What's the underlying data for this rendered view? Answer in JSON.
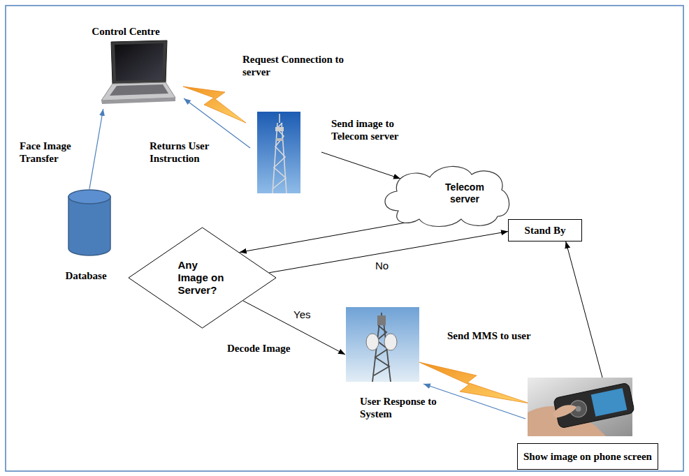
{
  "diagram": {
    "nodes": [
      {
        "text": [
          "Control Centre"
        ]
      },
      {
        "text": [
          "Telecom server"
        ]
      },
      {
        "text": [
          "Stand By"
        ]
      },
      {
        "text": [
          "Database"
        ]
      },
      {
        "text": [
          "Any Image on Server?"
        ]
      },
      {
        "text": [
          "Show image on phone screen"
        ]
      }
    ],
    "edges": [
      {
        "from": 3,
        "to": 0,
        "arrow": "to",
        "label": "Face Image Transfer"
      },
      {
        "from": 1,
        "to": 4,
        "arrow": "to"
      },
      {
        "from": 4,
        "to": 2,
        "arrow": "to",
        "label": "No"
      },
      {
        "from": 5,
        "to": 2,
        "arrow": "to"
      }
    ],
    "labels": [
      "Request Connection to server",
      "Returns User Instruction",
      "Send image to Telecom server",
      "Decode Image",
      "Yes",
      "Send MMS to user",
      "User Response to System"
    ]
  }
}
